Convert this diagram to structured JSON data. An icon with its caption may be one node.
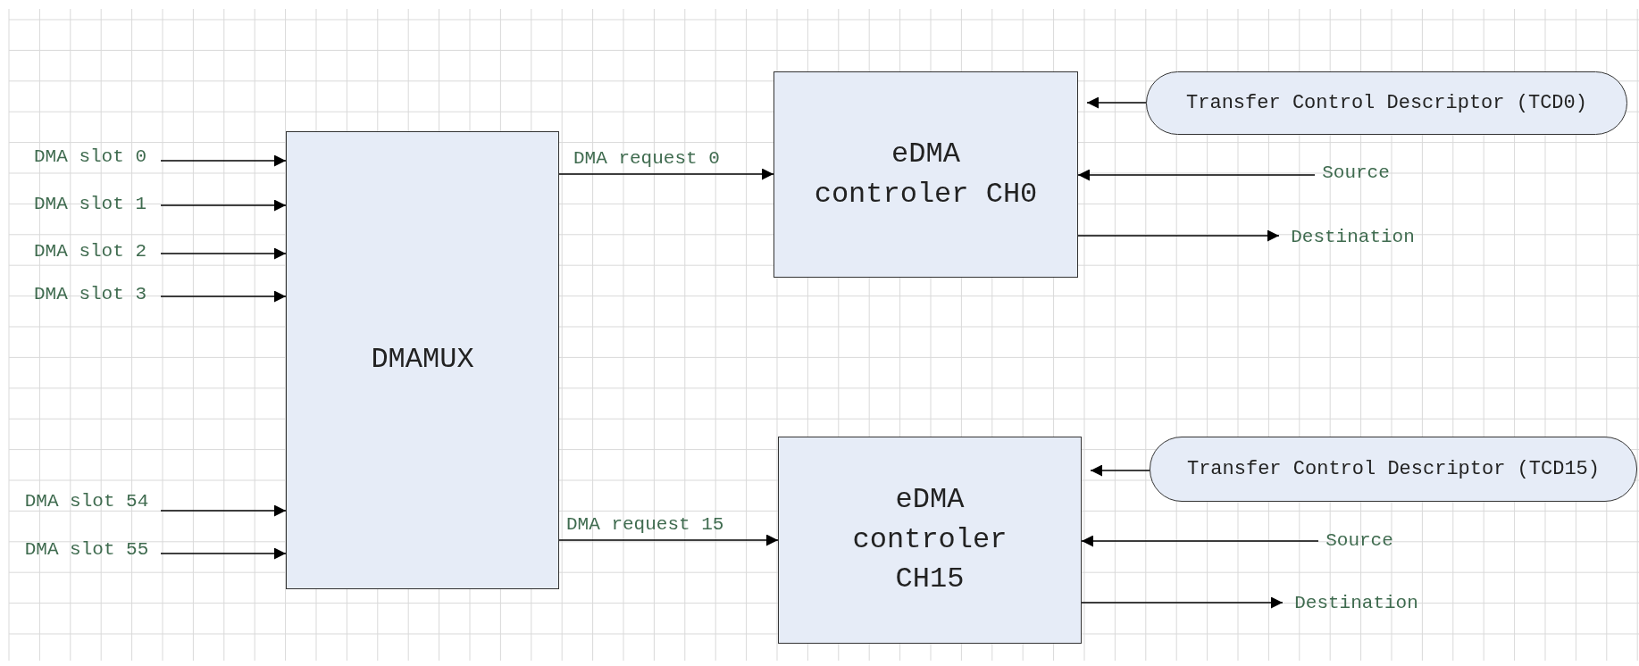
{
  "diagram": {
    "nodes": [
      {
        "text": [
          "DMAMUX"
        ]
      },
      {
        "text": [
          "eDMA controler CH0"
        ]
      },
      {
        "text": [
          "eDMA controler CH15"
        ]
      },
      {
        "text": [
          "Transfer Control Descriptor (TCD0)"
        ]
      },
      {
        "text": [
          "Transfer Control Descriptor (TCD15)"
        ]
      },
      {
        "text": [
          "Source"
        ]
      },
      {
        "text": [
          "Destination"
        ]
      },
      {
        "text": [
          "Source"
        ]
      },
      {
        "text": [
          "Destination"
        ]
      },
      {
        "text": [
          "DMA slot 0"
        ]
      },
      {
        "text": [
          "DMA slot 1"
        ]
      },
      {
        "text": [
          "DMA slot 2"
        ]
      },
      {
        "text": [
          "DMA slot 3"
        ]
      },
      {
        "text": [
          "DMA slot 54"
        ]
      },
      {
        "text": [
          "DMA slot 55"
        ]
      }
    ],
    "edges": [
      {
        "from": 9,
        "to": 0,
        "arrow": "to"
      },
      {
        "from": 10,
        "to": 0,
        "arrow": "to"
      },
      {
        "from": 11,
        "to": 0,
        "arrow": "to"
      },
      {
        "from": 12,
        "to": 0,
        "arrow": "to"
      },
      {
        "from": 13,
        "to": 0,
        "arrow": "to"
      },
      {
        "from": 14,
        "to": 0,
        "arrow": "to"
      },
      {
        "from": 0,
        "to": 1,
        "arrow": "to",
        "label": "DMA request 0"
      },
      {
        "from": 0,
        "to": 2,
        "arrow": "to",
        "label": "DMA request 15"
      },
      {
        "from": 3,
        "to": 1,
        "arrow": "to"
      },
      {
        "from": 5,
        "to": 1,
        "arrow": "to"
      },
      {
        "from": 1,
        "to": 6,
        "arrow": "to"
      },
      {
        "from": 4,
        "to": 2,
        "arrow": "to"
      },
      {
        "from": 7,
        "to": 2,
        "arrow": "to"
      },
      {
        "from": 2,
        "to": 8,
        "arrow": "to"
      }
    ]
  }
}
